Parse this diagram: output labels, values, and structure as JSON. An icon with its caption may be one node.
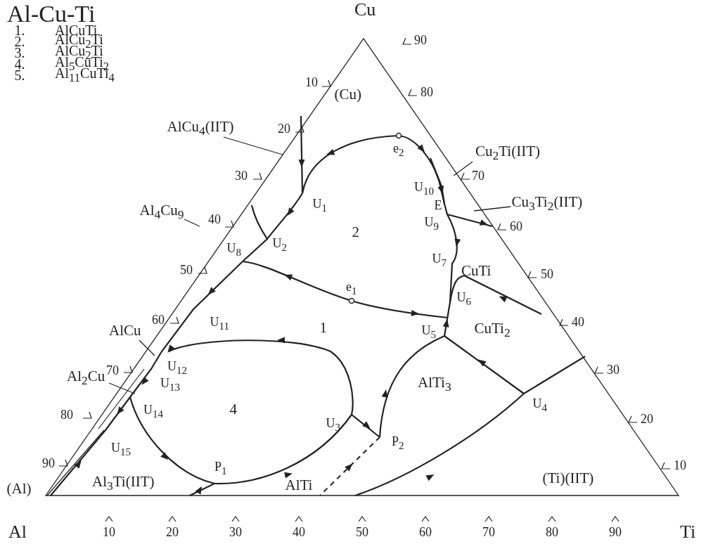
{
  "diagram": {
    "title": "Al-Cu-Ti",
    "nodes": [
      {
        "text": [
          "AlCu$_{4}$(IIT)"
        ]
      },
      {
        "text": [
          "Cu$_{2}$Ti(IIT)"
        ]
      },
      {
        "text": [
          "Cu$_{3}$Ti$_{2}$(IIT)"
        ]
      },
      {
        "text": [
          "Al$_{4}$Cu$_{9}$"
        ]
      },
      {
        "text": [
          "AlCu"
        ]
      },
      {
        "text": [
          "Al$_{2}$Cu"
        ]
      }
    ],
    "edges": [
      {
        "from": 0,
        "to": null,
        "arrow": "none"
      },
      {
        "from": 1,
        "to": null,
        "arrow": "none"
      },
      {
        "from": 2,
        "to": null,
        "arrow": "none"
      },
      {
        "from": 3,
        "to": null,
        "arrow": "none"
      },
      {
        "from": 4,
        "to": null,
        "arrow": "none"
      },
      {
        "from": 5,
        "to": null,
        "arrow": "none"
      }
    ],
    "labels": [
      "1.",
      "AlCuTi",
      "2.",
      "AlCu$_{2}$Ti",
      "3.",
      "AlCu$_{2}$Ti",
      "4.",
      "Al$_{5}$CuTi$_{2}$",
      "5.",
      "Al$_{11}$CuTi$_{4}$",
      "Cu",
      "10",
      "90",
      "(Cu)",
      "20",
      "80",
      "e$_{2}$",
      "30",
      "U$_{10}$",
      "70",
      "E",
      "U$_{1}$",
      "U$_{9}$",
      "60",
      "40",
      "2",
      "U$_{2}$",
      "U$_{8}$",
      "U$_{7}$",
      "CuTi",
      "50",
      "50",
      "e$_{1}$",
      "U$_{6}$",
      "60",
      "U$_{11}$",
      "1",
      "40",
      "CuTi$_{2}$",
      "U$_{5}$",
      "70",
      "U$_{12}$",
      "30",
      "U$_{13}$",
      "AlTi$_{3}$",
      "U$_{4}$",
      "4",
      "U$_{14}$",
      "80",
      "20",
      "U$_{3}$",
      "U$_{15}$",
      "P$_{2}$",
      "90",
      "10",
      "P$_{1}$",
      "(Ti)(IIT)",
      "(Al)",
      "Al$_{3}$Ti(IIT)",
      "AlTi",
      "Al",
      "10",
      "20",
      "30",
      "40",
      "50",
      "60",
      "70",
      "80",
      "90",
      "Ti"
    ]
  }
}
